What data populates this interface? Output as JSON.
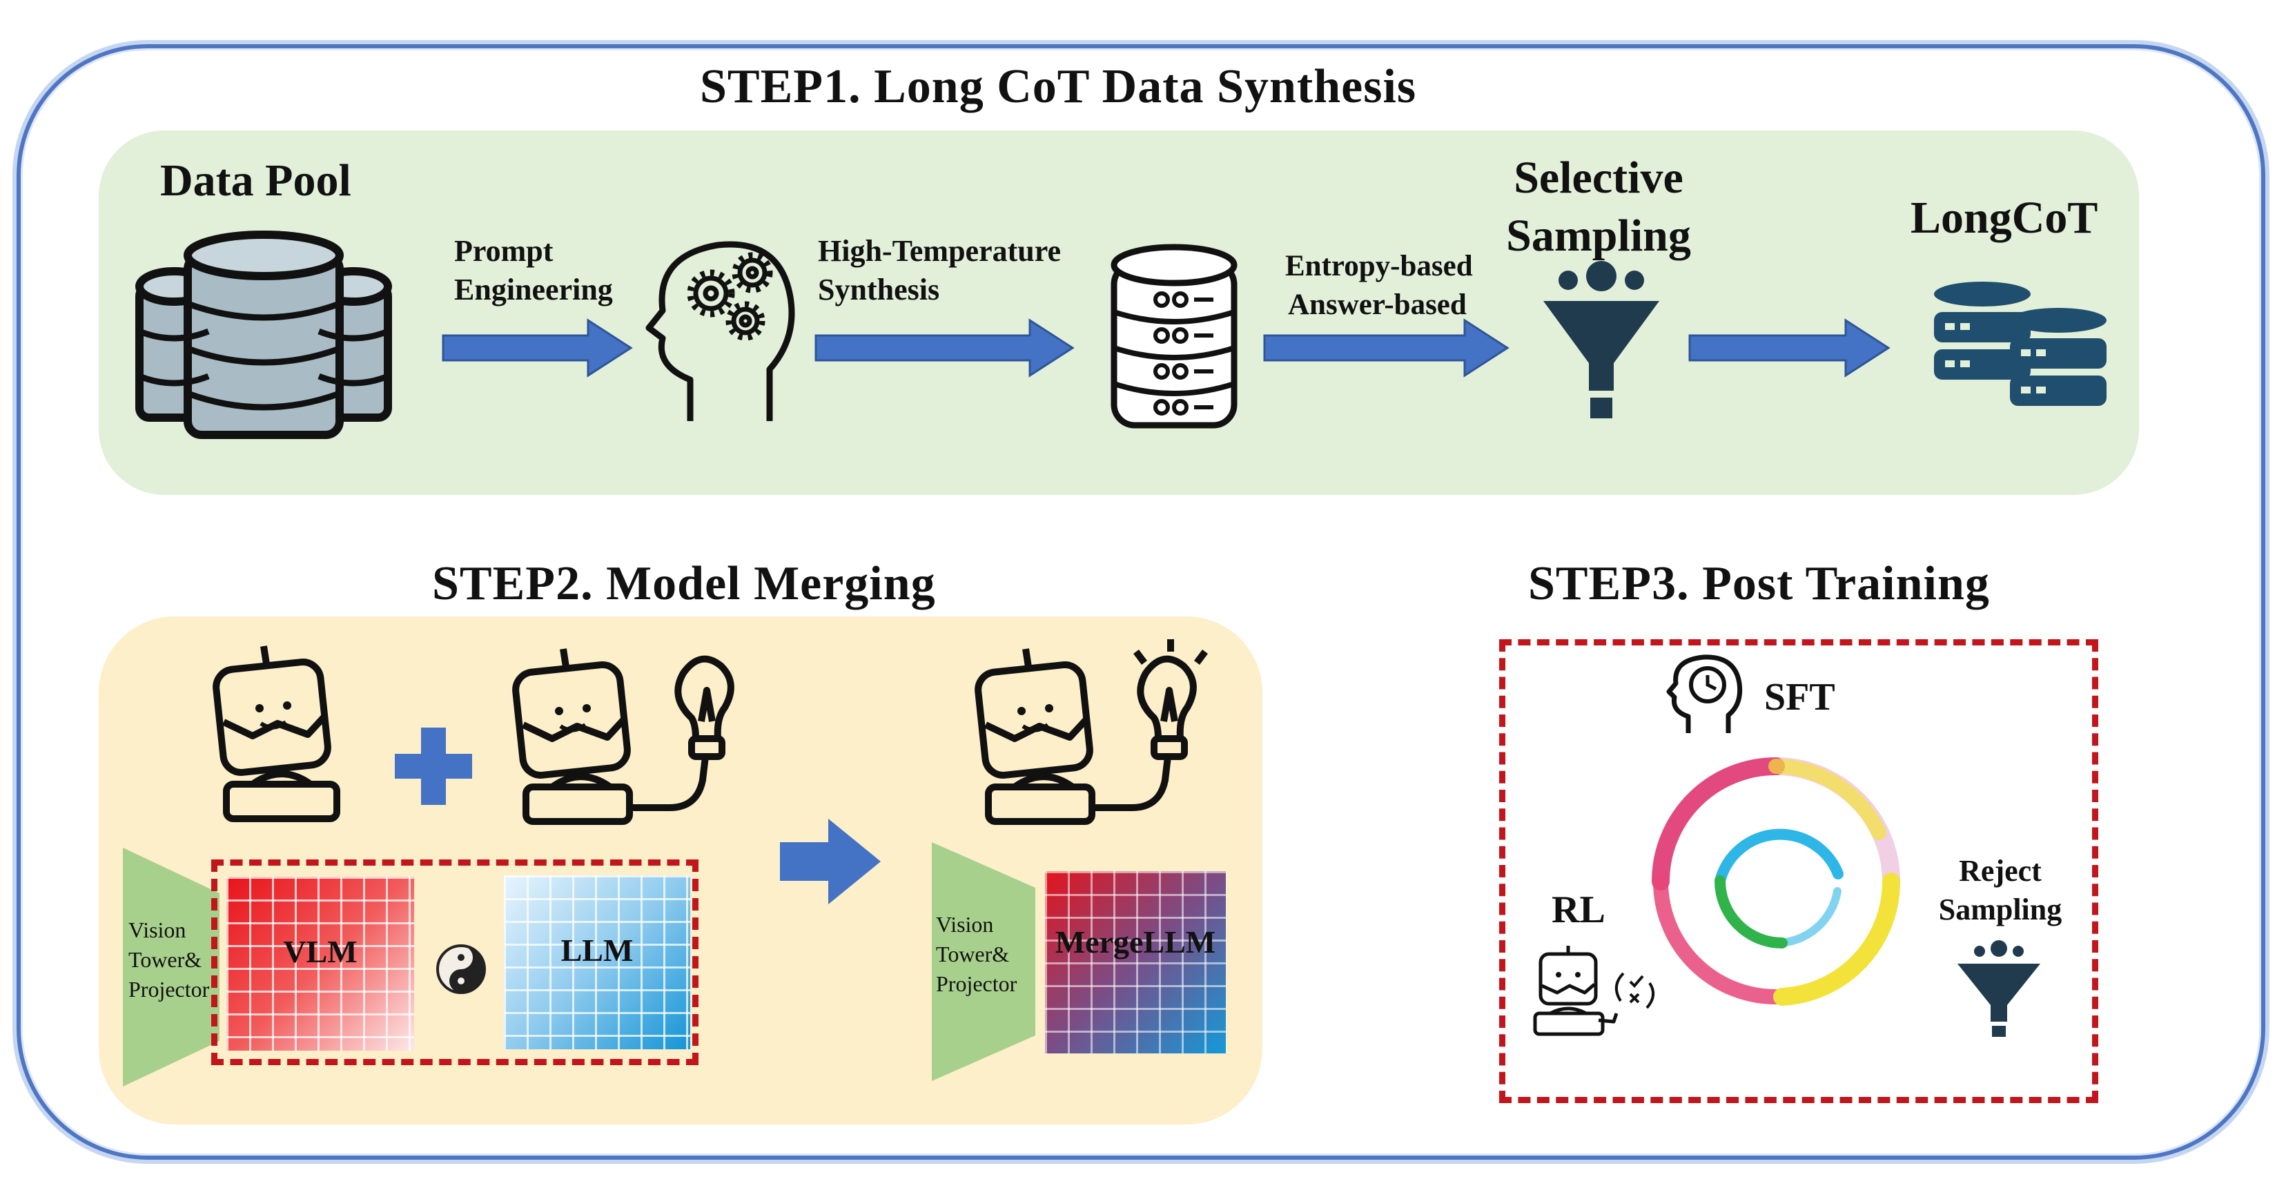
{
  "step1": {
    "title": "STEP1. Long CoT Data Synthesis",
    "data_pool": "Data Pool",
    "arrow1": [
      "Prompt",
      "Engineering"
    ],
    "arrow2": [
      "High-Temperature",
      "Synthesis"
    ],
    "arrow3": [
      "Entropy-based",
      "Answer-based"
    ],
    "selective": [
      "Selective",
      "Sampling"
    ],
    "output": "LongCoT"
  },
  "step2": {
    "title": "STEP2. Model Merging",
    "vision_tower": [
      "Vision",
      "Tower&",
      "Projector"
    ],
    "vlm": "VLM",
    "llm": "LLM",
    "merged": "MergeLLM"
  },
  "step3": {
    "title": "STEP3. Post Training",
    "sft": "SFT",
    "rl": "RL",
    "reject": [
      "Reject",
      "Sampling"
    ]
  },
  "colors": {
    "border": "#4f76c3",
    "arrow": "#4472c4",
    "step1_bg": "#e2efd9",
    "step2_bg": "#fcefc9",
    "dashed": "#c0161c",
    "db_dark": "#1f4e6e"
  }
}
